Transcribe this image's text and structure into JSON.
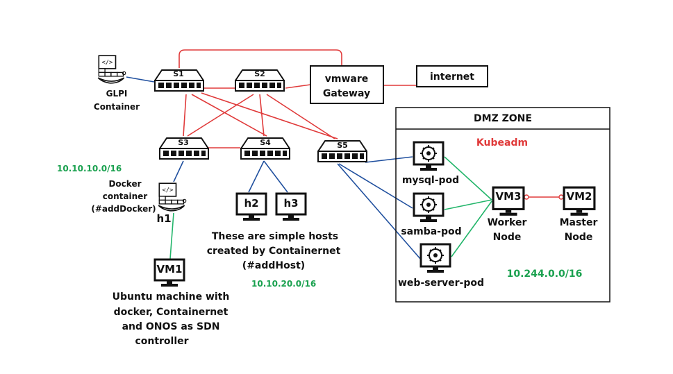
{
  "switches": {
    "s1": "S1",
    "s2": "S2",
    "s3": "S3",
    "s4": "S4",
    "s5": "S5"
  },
  "gateway": {
    "line1": "vmware",
    "line2": "Gateway"
  },
  "internet": "internet",
  "glpi": {
    "line1": "GLPI",
    "line2": "Container"
  },
  "docker": {
    "line1": "Docker",
    "line2": "container",
    "line3": "(#addDocker)"
  },
  "hosts": {
    "h1": "h1",
    "h2": "h2",
    "h3": "h3"
  },
  "vm1": {
    "label": "VM1",
    "desc": [
      "Ubuntu machine with",
      "docker, Containernet",
      "and ONOS as SDN",
      "controller"
    ]
  },
  "simple_hosts_note": [
    "These are simple hosts",
    "created by Containernet",
    "(#addHost)"
  ],
  "subnets": {
    "left": "10.10.10.0/16",
    "middle": "10.10.20.0/16",
    "dmz": "10.244.0.0/16"
  },
  "dmz": {
    "title": "DMZ ZONE",
    "kubeadm": "Kubeadm",
    "pods": [
      "mysql-pod",
      "samba-pod",
      "web-server-pod"
    ],
    "vm3": {
      "label": "VM3",
      "line1": "Worker",
      "line2": "Node"
    },
    "vm2": {
      "label": "VM2",
      "line1": "Master",
      "line2": "Node"
    }
  },
  "colors": {
    "red_link": "#e03a3a",
    "blue_link": "#1f4f9e",
    "green_link": "#22b56a",
    "subnet_text": "#1aa14f"
  }
}
